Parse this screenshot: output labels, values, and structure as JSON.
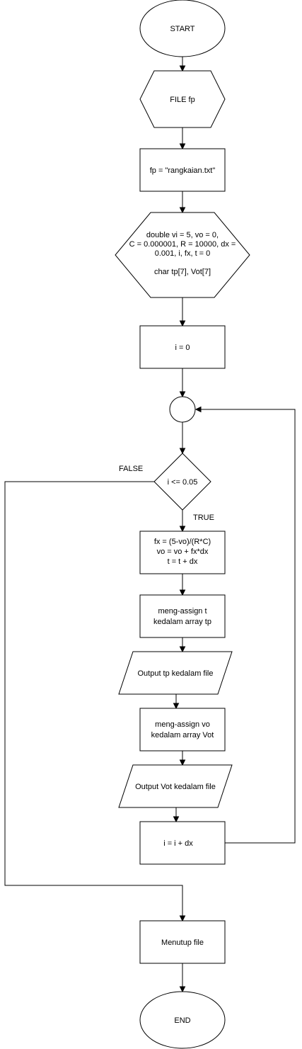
{
  "nodes": {
    "start": "START",
    "file_decl": "FILE fp",
    "fp_assign": "fp = \"rangkaian.txt\"",
    "vars": [
      "double vi = 5, vo = 0,",
      "C = 0.000001, R = 10000, dx =",
      "0.001, i, fx, t = 0",
      "",
      "char tp[7], Vot[7]"
    ],
    "i_init": "i = 0",
    "condition": "i <= 0.05",
    "compute": [
      "fx = (5-vo)/(R*C)",
      "vo = vo + fx*dx",
      "t = t + dx"
    ],
    "assign_t": [
      "meng-assign t",
      "kedalam array tp"
    ],
    "output_tp": "Output tp kedalam file",
    "assign_vo": [
      "meng-assign vo",
      "kedalam array Vot"
    ],
    "output_vot": "Output Vot kedalam file",
    "increment": "i = i + dx",
    "close_file": "Menutup file",
    "end": "END"
  },
  "edge_labels": {
    "false": "FALSE",
    "true": "TRUE"
  }
}
